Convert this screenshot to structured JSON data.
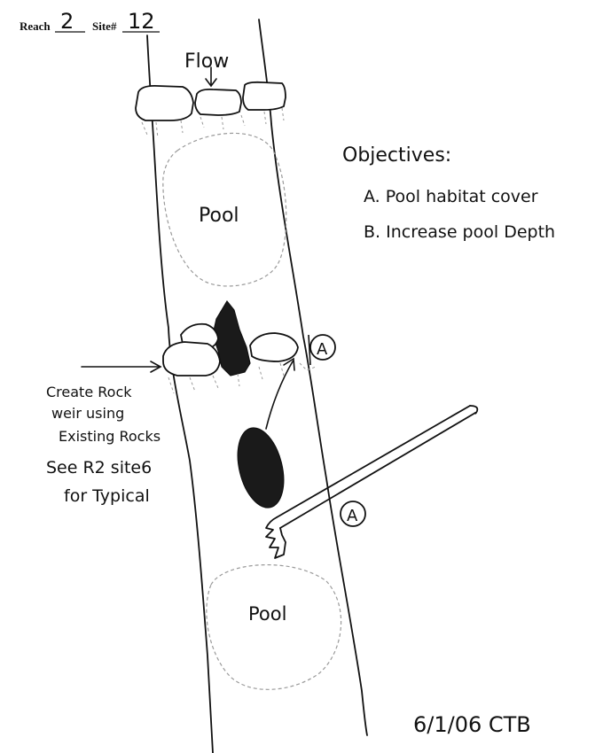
{
  "header": {
    "reach_label": "Reach",
    "reach_value": "2",
    "site_label": "Site#",
    "site_value": "12"
  },
  "diagram": {
    "flow_label": "Flow",
    "pool_upper_label": "Pool",
    "pool_lower_label": "Pool",
    "callout_a_1": "A",
    "callout_a_2": "A",
    "objectives": {
      "title": "Objectives:",
      "items": [
        "A.  Pool habitat cover",
        "B.  Increase pool Depth"
      ]
    },
    "note_lines": [
      "Create Rock",
      "weir using",
      "Existing Rocks",
      "See R2 site6",
      "for Typical"
    ],
    "signature_date": "6/1/06  CTB"
  },
  "colors": {
    "ink": "#111111",
    "faint_ink": "#9a9a9a",
    "paper": "#ffffff"
  }
}
